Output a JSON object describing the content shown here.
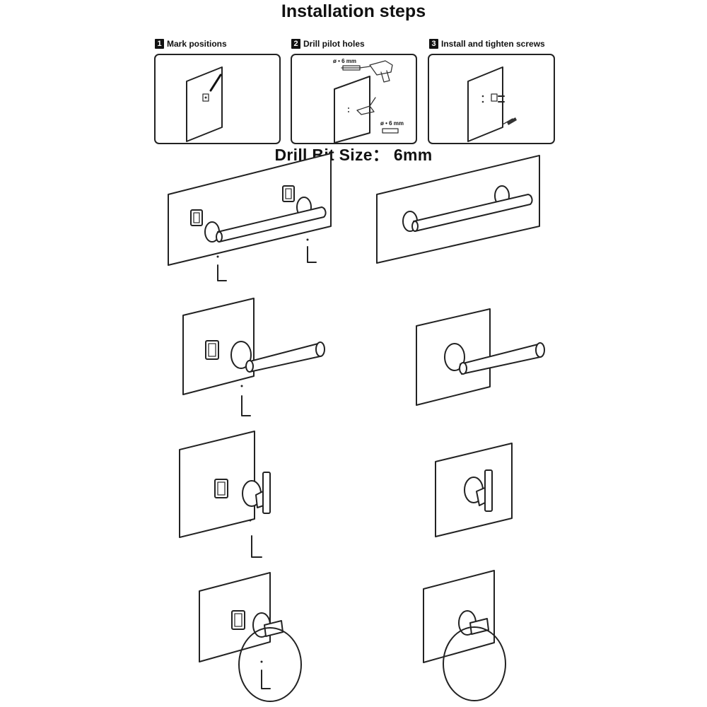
{
  "title": "Installation steps",
  "steps": [
    {
      "number": "1",
      "label": "Mark positions"
    },
    {
      "number": "2",
      "label": "Drill pilot holes"
    },
    {
      "number": "3",
      "label": "Install and tighten screws"
    }
  ],
  "drill_bit_label": "ø • 6 mm",
  "drill_bit_size": "Drill Bit Size： 6mm",
  "products": [
    {
      "name": "towel bar",
      "states": [
        "exploded",
        "installed"
      ]
    },
    {
      "name": "toilet paper holder",
      "states": [
        "exploded",
        "installed"
      ]
    },
    {
      "name": "robe hook",
      "states": [
        "exploded",
        "installed"
      ]
    },
    {
      "name": "towel ring",
      "states": [
        "exploded",
        "installed"
      ]
    }
  ]
}
